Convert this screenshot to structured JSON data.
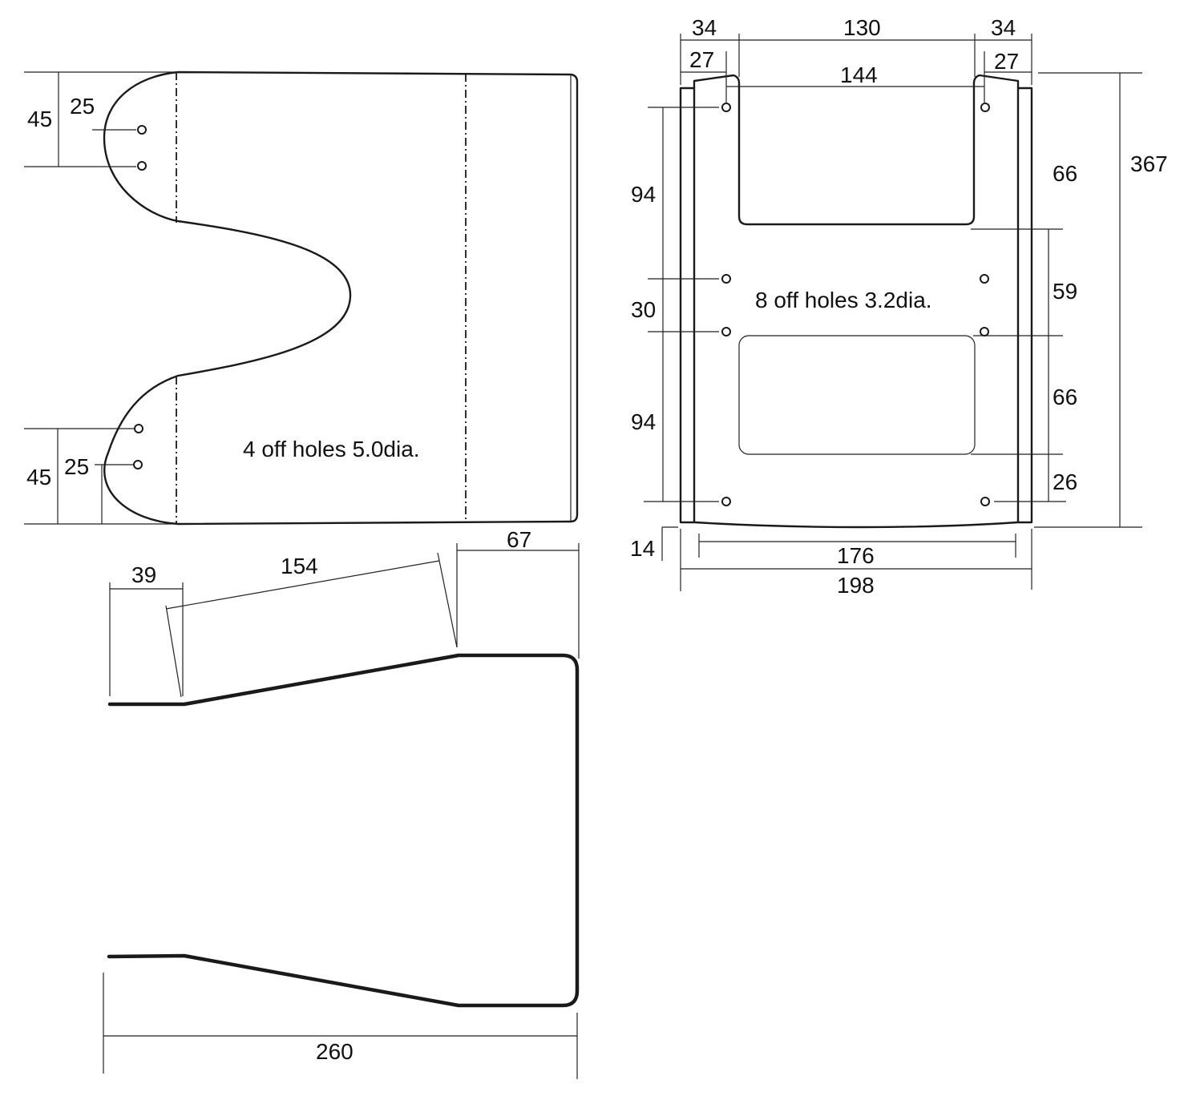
{
  "flat_pattern": {
    "note": "4 off holes 5.0dia.",
    "dims": {
      "top_45": "45",
      "top_25": "25",
      "bottom_45": "45",
      "bottom_25": "25",
      "right_67": "67"
    }
  },
  "back_plate": {
    "note": "8 off holes 3.2dia.",
    "dims": {
      "top_34_left": "34",
      "top_130": "130",
      "top_34_right": "34",
      "top_27_left": "27",
      "top_144": "144",
      "top_27_right": "27",
      "right_367": "367",
      "right_66_top": "66",
      "right_59": "59",
      "right_66_mid": "66",
      "right_26": "26",
      "left_94_top": "94",
      "left_30": "30",
      "left_94_bottom": "94",
      "bottom_14": "14",
      "bottom_176": "176",
      "bottom_198": "198"
    }
  },
  "side_profile": {
    "dims": {
      "d_39": "39",
      "d_154": "154",
      "d_260": "260"
    }
  }
}
